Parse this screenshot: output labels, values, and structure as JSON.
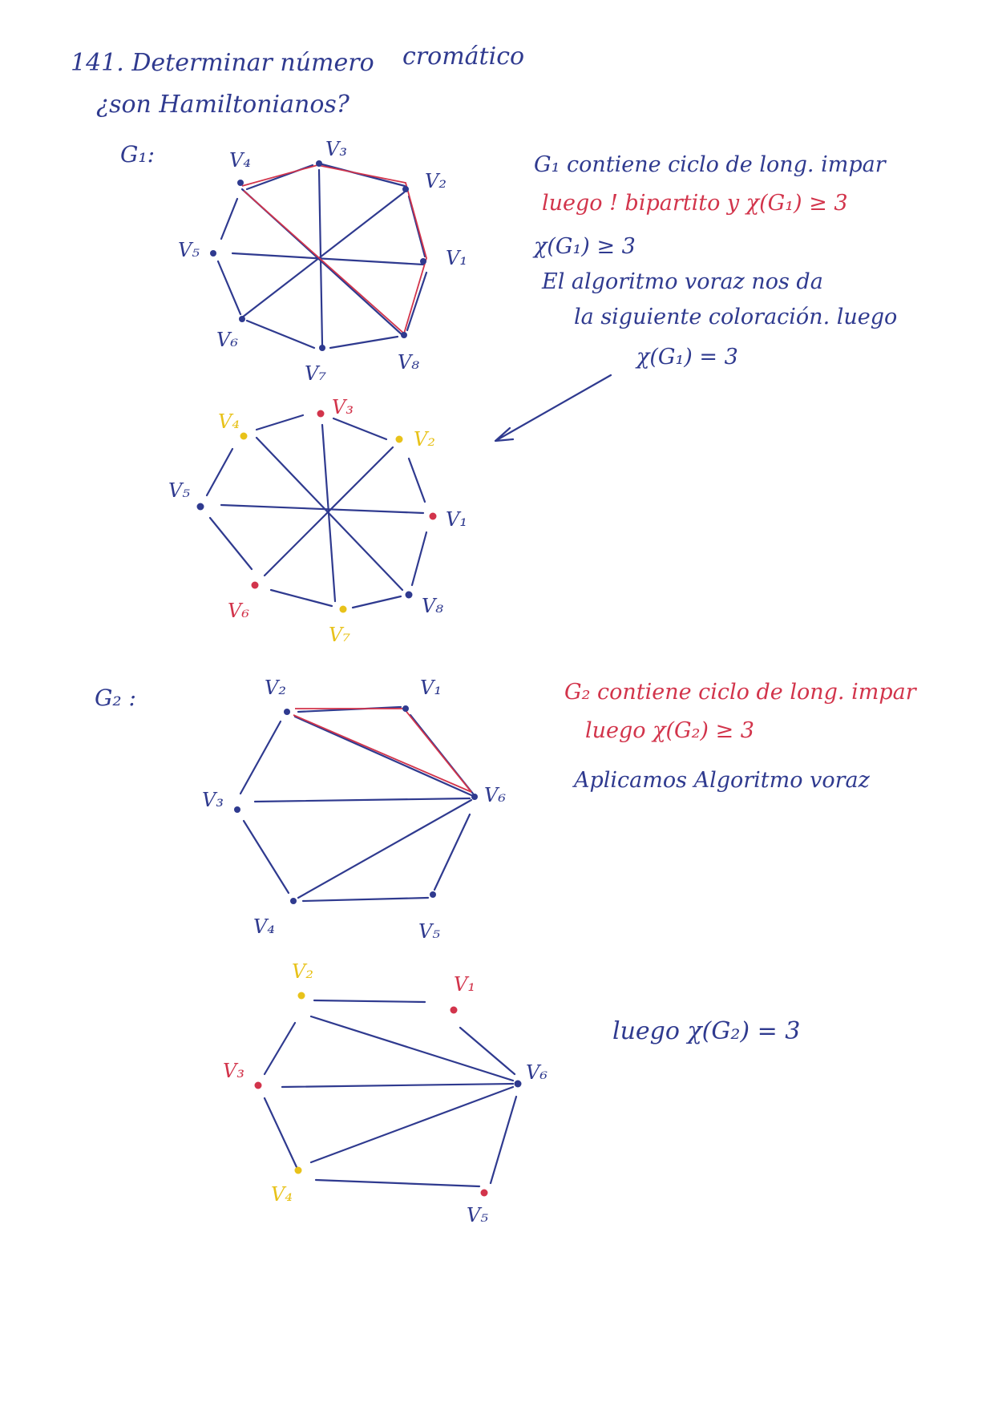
{
  "title": {
    "line1_a": "141. Determinar número",
    "line1_b": "cromático",
    "line2": "¿son Hamiltonianos?"
  },
  "graph1": {
    "label": "G₁:",
    "vertices": [
      "v1",
      "v2",
      "v3",
      "v4",
      "v5",
      "v6",
      "v7",
      "v8"
    ],
    "labels": {
      "v1": "V₁",
      "v2": "V₂",
      "v3": "V₃",
      "v4": "V₄",
      "v5": "V₅",
      "v6": "V₆",
      "v7": "V₇",
      "v8": "V₈"
    },
    "notes": {
      "line1": "G₁ contiene ciclo de long. impar",
      "line2": "luego ! bipartito y χ(G₁) ≥ 3",
      "line3": "χ(G₁) ≥ 3",
      "line4": "El algoritmo voraz nos da",
      "line5": "la siguiente coloración. luego",
      "line6": "χ(G₁) = 3"
    },
    "coloring": {
      "v1": "red",
      "v2": "yellow",
      "v3": "red",
      "v4": "yellow",
      "v5": "blue",
      "v6": "red",
      "v7": "yellow",
      "v8": "blue"
    }
  },
  "graph2": {
    "label": "G₂ :",
    "vertices": [
      "v1",
      "v2",
      "v3",
      "v4",
      "v5",
      "v6"
    ],
    "labels": {
      "v1": "V₁",
      "v2": "V₂",
      "v3": "V₃",
      "v4": "V₄",
      "v5": "V₅",
      "v6": "V₆"
    },
    "notes": {
      "line1": "G₂ contiene ciclo de long. impar",
      "line2": "luego χ(G₂) ≥ 3",
      "line3": "Aplicamos Algoritmo voraz",
      "line4": "luego χ(G₂) = 3"
    },
    "coloring": {
      "v1": "red",
      "v2": "yellow",
      "v3": "red",
      "v4": "yellow",
      "v5": "red",
      "v6": "blue"
    }
  },
  "colors": {
    "ink_blue": "#2f3a8f",
    "ink_red": "#d2344b",
    "ink_yellow": "#e8c21a"
  }
}
